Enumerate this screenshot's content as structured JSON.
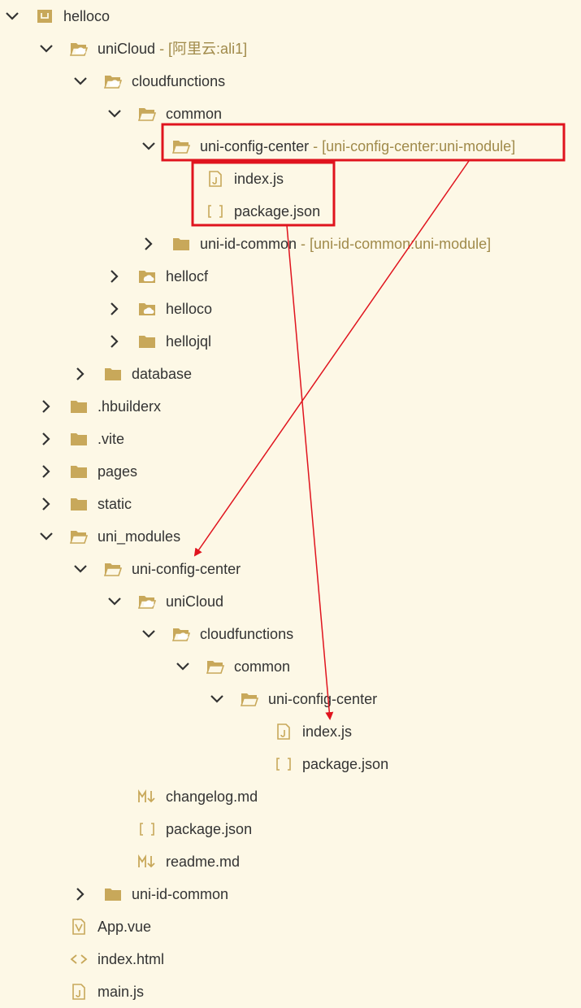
{
  "tree": [
    {
      "label": "helloco",
      "depth": 0,
      "icon": "project-icon",
      "chevron": "down"
    },
    {
      "label": "uniCloud",
      "suffix": " - [阿里云:ali1]",
      "depth": 1,
      "icon": "cloud-folder-open-icon",
      "chevron": "down"
    },
    {
      "label": "cloudfunctions",
      "depth": 2,
      "icon": "cloud-folder-open-icon",
      "chevron": "down"
    },
    {
      "label": "common",
      "depth": 3,
      "icon": "folder-open-icon",
      "chevron": "down"
    },
    {
      "label": "uni-config-center",
      "suffix": " - [uni-config-center:uni-module]",
      "depth": 4,
      "icon": "folder-open-icon",
      "chevron": "down"
    },
    {
      "label": "index.js",
      "depth": 5,
      "icon": "js-file-icon",
      "chevron": "none"
    },
    {
      "label": "package.json",
      "depth": 5,
      "icon": "json-file-icon",
      "chevron": "none"
    },
    {
      "label": "uni-id-common",
      "suffix": " - [uni-id-common:uni-module]",
      "depth": 4,
      "icon": "folder-icon",
      "chevron": "right"
    },
    {
      "label": "hellocf",
      "depth": 3,
      "icon": "cloud-folder-icon",
      "chevron": "right"
    },
    {
      "label": "helloco",
      "depth": 3,
      "icon": "cloud-folder-icon",
      "chevron": "right"
    },
    {
      "label": "hellojql",
      "depth": 3,
      "icon": "folder-icon",
      "chevron": "right"
    },
    {
      "label": "database",
      "depth": 2,
      "icon": "folder-icon",
      "chevron": "right"
    },
    {
      "label": ".hbuilderx",
      "depth": 1,
      "icon": "folder-icon",
      "chevron": "right"
    },
    {
      "label": ".vite",
      "depth": 1,
      "icon": "folder-icon",
      "chevron": "right"
    },
    {
      "label": "pages",
      "depth": 1,
      "icon": "folder-icon",
      "chevron": "right"
    },
    {
      "label": "static",
      "depth": 1,
      "icon": "folder-icon",
      "chevron": "right"
    },
    {
      "label": "uni_modules",
      "depth": 1,
      "icon": "folder-open-icon",
      "chevron": "down"
    },
    {
      "label": "uni-config-center",
      "depth": 2,
      "icon": "folder-open-icon",
      "chevron": "down"
    },
    {
      "label": "uniCloud",
      "depth": 3,
      "icon": "cloud-folder-open-icon",
      "chevron": "down"
    },
    {
      "label": "cloudfunctions",
      "depth": 4,
      "icon": "cloud-folder-open-icon",
      "chevron": "down"
    },
    {
      "label": "common",
      "depth": 5,
      "icon": "folder-open-icon",
      "chevron": "down"
    },
    {
      "label": "uni-config-center",
      "depth": 6,
      "icon": "folder-open-icon",
      "chevron": "down"
    },
    {
      "label": "index.js",
      "depth": 7,
      "icon": "js-file-icon",
      "chevron": "none"
    },
    {
      "label": "package.json",
      "depth": 7,
      "icon": "json-file-icon",
      "chevron": "none"
    },
    {
      "label": "changelog.md",
      "depth": 3,
      "icon": "markdown-file-icon",
      "chevron": "none"
    },
    {
      "label": "package.json",
      "depth": 3,
      "icon": "json-file-icon",
      "chevron": "none"
    },
    {
      "label": "readme.md",
      "depth": 3,
      "icon": "markdown-file-icon",
      "chevron": "none"
    },
    {
      "label": "uni-id-common",
      "depth": 2,
      "icon": "folder-icon",
      "chevron": "right"
    },
    {
      "label": "App.vue",
      "depth": 1,
      "icon": "vue-file-icon",
      "chevron": "none"
    },
    {
      "label": "index.html",
      "depth": 1,
      "icon": "html-file-icon",
      "chevron": "none"
    },
    {
      "label": "main.js",
      "depth": 1,
      "icon": "js-file-icon",
      "chevron": "none"
    }
  ],
  "annotations": {
    "highlight_color": "#e0141e",
    "arrow_color": "#e0141e",
    "highlighted_rows": [
      4,
      5,
      6
    ],
    "arrows": [
      {
        "from_row": 4,
        "to_row": 17
      },
      {
        "from_row": 6,
        "to_row": 22
      }
    ]
  },
  "colors": {
    "background": "#fdf8e6",
    "text": "#333333",
    "suffix_text": "#a08a4a",
    "icon": "#c8a85a",
    "icon_dark": "#7a6020",
    "chevron": "#333333"
  }
}
